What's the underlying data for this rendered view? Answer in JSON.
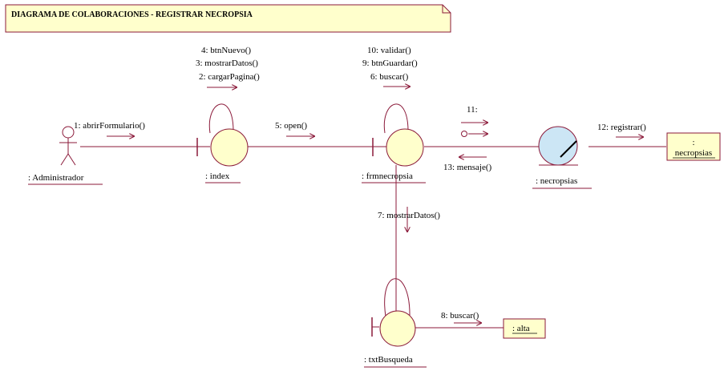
{
  "title": "DIAGRAMA DE COLABORACIONES - REGISTRAR NECROPSIA",
  "actor": {
    "label": ": Administrador"
  },
  "objects": {
    "index": ": index",
    "frm": ": frmnecropsia",
    "entity": ": necropsias",
    "txt": ": txtBusqueda",
    "table_colon": ":",
    "table_name": "necropsias",
    "alta": ": alta"
  },
  "messages": {
    "m1": "1: abrirFormulario()",
    "m2": "2: cargarPagina()",
    "m3": "3: mostrarDatos()",
    "m4": "4: btnNuevo()",
    "m5": "5: open()",
    "m6": "6: buscar()",
    "m7": "7: mostrarDatos()",
    "m8": "8: buscar()",
    "m9": "9: btnGuardar()",
    "m10": "10: validar()",
    "m11": "11:",
    "m12": "12: registrar()",
    "m13": "13: mensaje()"
  },
  "colors": {
    "line": "#8b1a3a",
    "fill": "#ffffcc",
    "entity_fill": "#cce6f5",
    "title_fill": "#ffffcc"
  }
}
